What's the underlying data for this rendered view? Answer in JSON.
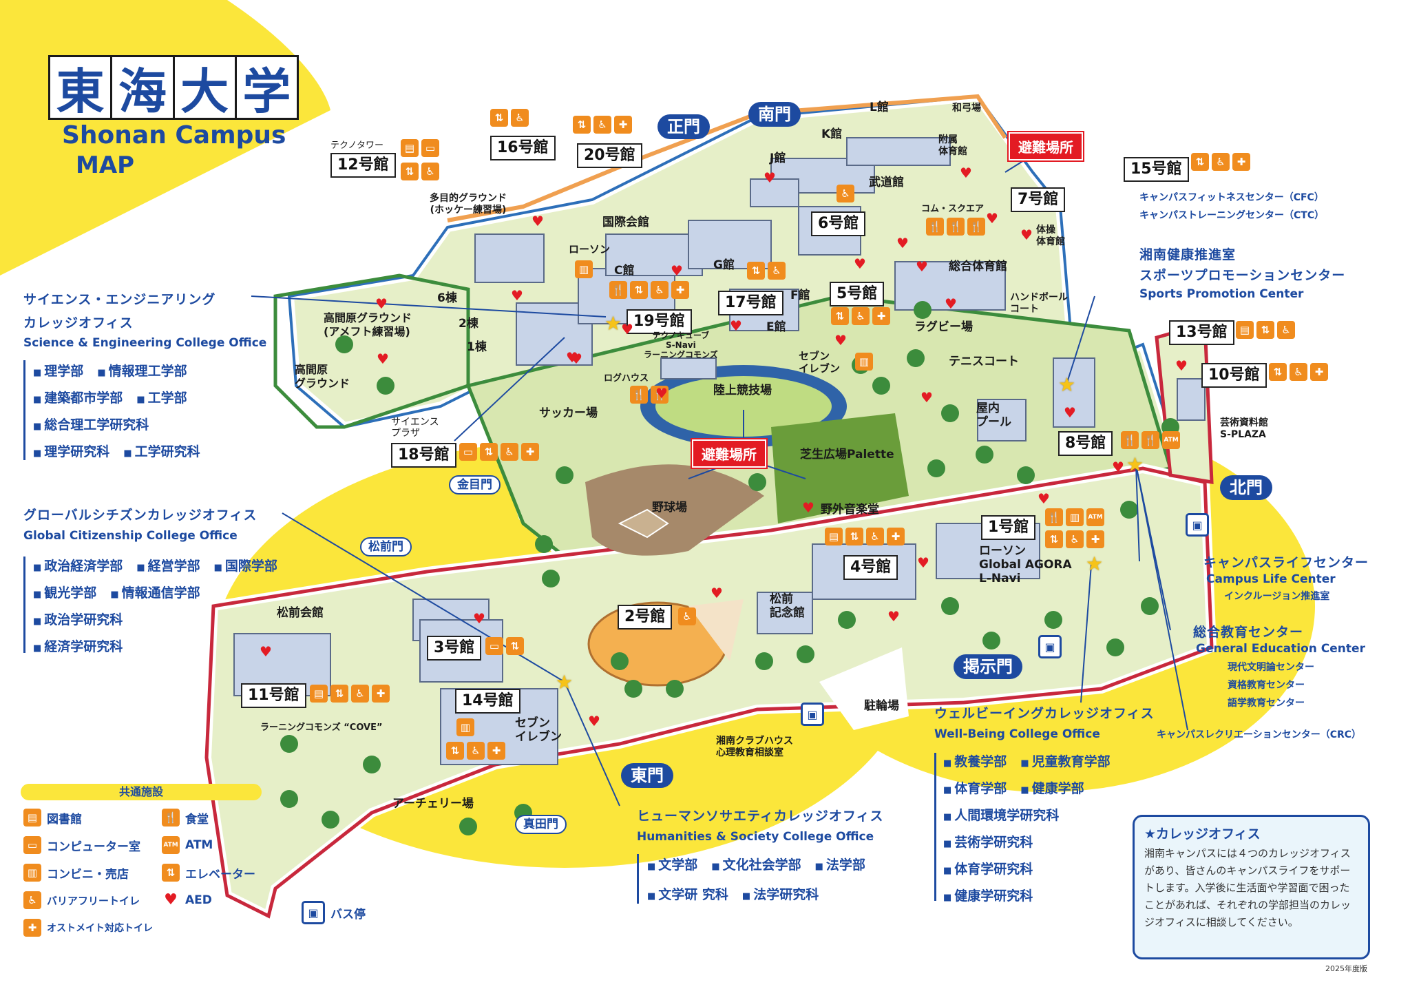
{
  "logo": {
    "chars": [
      "東",
      "海",
      "大",
      "学"
    ],
    "line1": "Shonan Campus",
    "line2": "MAP"
  },
  "buildings": {
    "b1": "1号館",
    "b2": "2号館",
    "b3": "3号館",
    "b4": "4号館",
    "b5": "5号館",
    "b6": "6号館",
    "b7": "7号館",
    "b8": "8号館",
    "b10": "10号館",
    "b11": "11号館",
    "b12": "12号館",
    "b13": "13号館",
    "b14": "14号館",
    "b15": "15号館",
    "b16": "16号館",
    "b17": "17号館",
    "b18": "18号館",
    "b19": "19号館",
    "b20": "20号館"
  },
  "building_notes": {
    "b12": "テクノタワー",
    "b18": "サイエンス\nプラザ"
  },
  "gates": {
    "seimon": "正門",
    "nanmon": "南門",
    "kitamon": "北門",
    "higashimon": "東門",
    "keijimon": "掲示門",
    "kaneme": "金目門",
    "matsumae": "松前門",
    "manada": "真田門"
  },
  "refuge": {
    "r1": "避難場所",
    "r2": "避難場所"
  },
  "places": {
    "l_kan": "L館",
    "wako": "和弓場",
    "k_kan": "K館",
    "j_kan": "J館",
    "fuzoku": "附属\n体育館",
    "budo": "武道館",
    "kokusai": "国際会館",
    "comsq": "コム・スクエア",
    "taiso": "体操\n体育館",
    "lawson1": "ローソン",
    "c_kan": "C館",
    "g_kan": "G館",
    "f_kan": "F館",
    "e_kan": "E館",
    "sogo": "総合体育館",
    "handball": "ハンドボール\nコート",
    "rugby": "ラグビー場",
    "tennis": "テニスコート",
    "seven1": "セブン\nイレブン",
    "techno": "テクノキューブ\nS-Navi\nラーニングコモンズ",
    "log": "ログハウス",
    "rikujo": "陸上競技場",
    "soccer": "サッカー場",
    "tatemaha_g": "高間原グラウンド\n(アメフト練習場)",
    "tatemaha": "高間原\nグラウンド",
    "mokuteki": "多目的グラウンド\n(ホッケー練習場)",
    "b6mune": "6棟",
    "b2mune": "2棟",
    "b1mune": "1棟",
    "pool": "屋内\nプール",
    "shibafu": "芝生広場Palette",
    "yakyu": "野球場",
    "yagai": "野外音楽堂",
    "geijutsu": "芸術資料館\nS-PLAZA",
    "lawson2": "ローソン\nGlobal AGORA\nL-Navi",
    "matsumae_kinen": "松前\n記念館",
    "matsumae_kaikan": "松前会館",
    "cove": "ラーニングコモンズ “COVE”",
    "seven2": "セブン\nイレブン",
    "clubhouse": "湘南クラブハウス\n心理教育相談室",
    "archery": "アーチェリー場",
    "churin": "駐輪場",
    "cfc": "キャンパスフィットネスセンター（CFC）",
    "ctc": "キャンパストレーニングセンター（CTC）",
    "crc": "キャンパスレクリエーションセンター（CRC）"
  },
  "offices": {
    "science": {
      "jp": "サイエンス・エンジニアリング\nカレッジオフィス",
      "en": "Science & Engineering College Office",
      "depts": [
        [
          "理学部",
          "情報理工学部"
        ],
        [
          "建築都市学部",
          "工学部"
        ],
        [
          "総合理工学研究科"
        ],
        [
          "理学研究科",
          "工学研究科"
        ]
      ]
    },
    "global": {
      "jp": "グローバルシチズンカレッジオフィス",
      "en": "Global Citizenship College Office",
      "depts": [
        [
          "政治経済学部",
          "経営学部",
          "国際学部"
        ],
        [
          "観光学部",
          "情報通信学部"
        ],
        [
          "政治学研究科"
        ],
        [
          "経済学研究科"
        ]
      ]
    },
    "humanities": {
      "jp": "ヒューマンソサエティカレッジオフィス",
      "en": "Humanities & Society College Office",
      "depts": [
        [
          "文学部",
          "文化社会学部",
          "法学部"
        ],
        [
          "文学研 究科",
          "法学研究科"
        ]
      ]
    },
    "wellbeing": {
      "jp": "ウェルビーイングカレッジオフィス",
      "en": "Well-Being College Office",
      "depts": [
        [
          "教養学部",
          "児童教育学部"
        ],
        [
          "体育学部",
          "健康学部"
        ],
        [
          "人間環境学研究科"
        ],
        [
          "芸術学研究科"
        ],
        [
          "体育学研究科"
        ],
        [
          "健康学研究科"
        ]
      ]
    },
    "health": {
      "jp": "湘南健康推進室\nスポーツプロモーションセンター",
      "en": "Sports Promotion Center"
    },
    "campuslife": {
      "jp": "キャンパスライフセンター",
      "en": "Campus Life Center",
      "sub": "インクルージョン推進室"
    },
    "general": {
      "jp": "総合教育センター",
      "en": "General Education Center",
      "subs": [
        "現代文明論センター",
        "資格教育センター",
        "語学教育センター"
      ]
    }
  },
  "legend": {
    "title": "共通施設",
    "library": "図書館",
    "computer": "コンピューター室",
    "conveni": "コンビニ・売店",
    "barrier": "バリアフリートイレ",
    "ostomate": "オストメイト対応トイレ",
    "shokudo": "食堂",
    "atm": "ATM",
    "elevator": "エレベーター",
    "aed": "AED",
    "bus": "バス停"
  },
  "info": {
    "title": "★カレッジオフィス",
    "body": "湘南キャンパスには４つのカレッジオフィスがあり、皆さんのキャンパスライフをサポートします。入学後に生活面や学習面で困ったことがあれば、それぞれの学部担当のカレッジオフィスに相談してください。",
    "year": "2025年度版"
  },
  "colors": {
    "yellow": "#fbe63b",
    "blue": "#1d4aa0",
    "orange": "#f08c1e",
    "red": "#e31b23",
    "green": "#3c8c3c",
    "campus": "#e6efc8"
  }
}
